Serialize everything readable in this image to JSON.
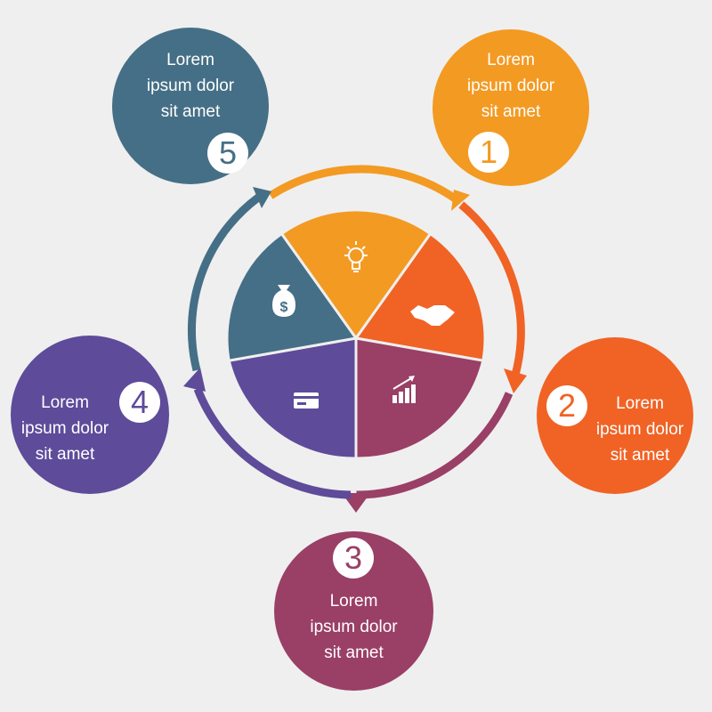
{
  "colors": {
    "background": "#efefef",
    "step1": "#f39a23",
    "step2": "#f06325",
    "step3": "#9a3f66",
    "step4": "#5e4b9a",
    "step5": "#456f86"
  },
  "steps": [
    {
      "number": "1",
      "text": "Lorem\nipsum dolor\nsit amet",
      "icon": "lightbulb-icon"
    },
    {
      "number": "2",
      "text": "Lorem\nipsum dolor\nsit amet",
      "icon": "handshake-icon"
    },
    {
      "number": "3",
      "text": "Lorem\nipsum dolor\nsit amet",
      "icon": "growth-chart-icon"
    },
    {
      "number": "4",
      "text": "Lorem\nipsum dolor\nsit amet",
      "icon": "credit-card-icon"
    },
    {
      "number": "5",
      "text": "Lorem\nipsum dolor\nsit amet",
      "icon": "money-bag-icon"
    }
  ]
}
